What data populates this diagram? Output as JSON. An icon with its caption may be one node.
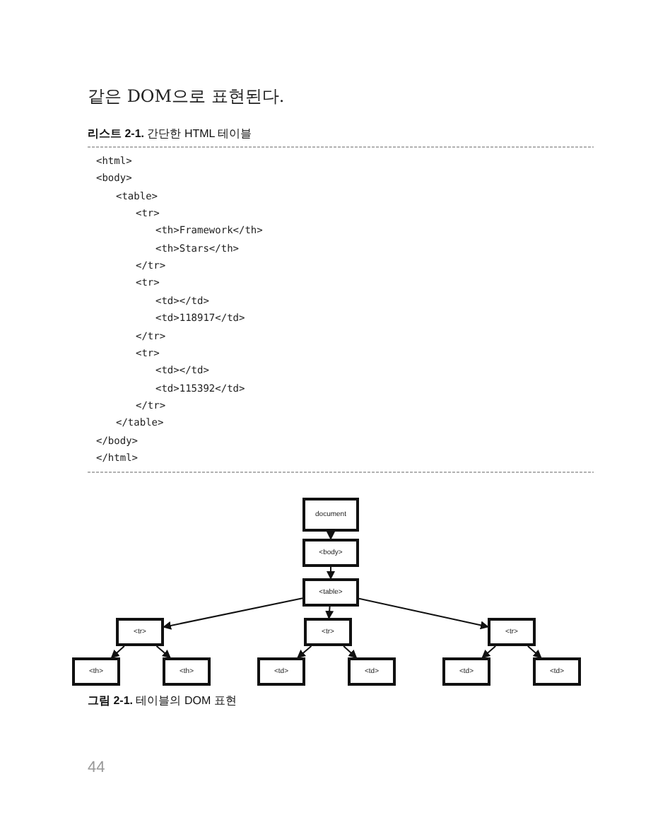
{
  "diagram": {
    "caption": "**그림 2-1.** 테이블의 DOM 표현",
    "nodes": [
      {
        "text": [
          "document"
        ]
      },
      {
        "text": [
          "<body>"
        ]
      },
      {
        "text": [
          "<table>"
        ]
      },
      {
        "text": [
          "<tr>"
        ]
      },
      {
        "text": [
          "<tr>"
        ]
      },
      {
        "text": [
          "<tr>"
        ]
      },
      {
        "text": [
          "<th>"
        ]
      },
      {
        "text": [
          "<th>"
        ]
      },
      {
        "text": [
          "<td>"
        ]
      },
      {
        "text": [
          "<td>"
        ]
      },
      {
        "text": [
          "<td>"
        ]
      },
      {
        "text": [
          "<td>"
        ]
      }
    ],
    "edges": [
      {
        "from": 0,
        "to": 1,
        "arrow": "to"
      },
      {
        "from": 1,
        "to": 2,
        "arrow": "to"
      },
      {
        "from": 2,
        "to": 3,
        "arrow": "to"
      },
      {
        "from": 2,
        "to": 4,
        "arrow": "to"
      },
      {
        "from": 2,
        "to": 5,
        "arrow": "to"
      },
      {
        "from": 3,
        "to": 6,
        "arrow": "to"
      },
      {
        "from": 3,
        "to": 7,
        "arrow": "to"
      },
      {
        "from": 4,
        "to": 8,
        "arrow": "to"
      },
      {
        "from": 4,
        "to": 9,
        "arrow": "to"
      },
      {
        "from": 5,
        "to": 10,
        "arrow": "to"
      },
      {
        "from": 5,
        "to": 11,
        "arrow": "to"
      }
    ],
    "labels": [
      "같은 DOM으로 표현된다.",
      "**리스트 2-1.** 간단한 HTML 테이블",
      "<html>",
      "<body>",
      "<table>",
      "<tr>",
      "<th>Framework</th>",
      "<th>Stars</th>",
      "</tr>",
      "<tr>",
      "<td></td>",
      "<td>118917</td>",
      "</tr>",
      "<tr>",
      "<td></td>",
      "<td>115392</td>",
      "</tr>",
      "</table>",
      "</body>",
      "</html>",
      "44"
    ]
  }
}
